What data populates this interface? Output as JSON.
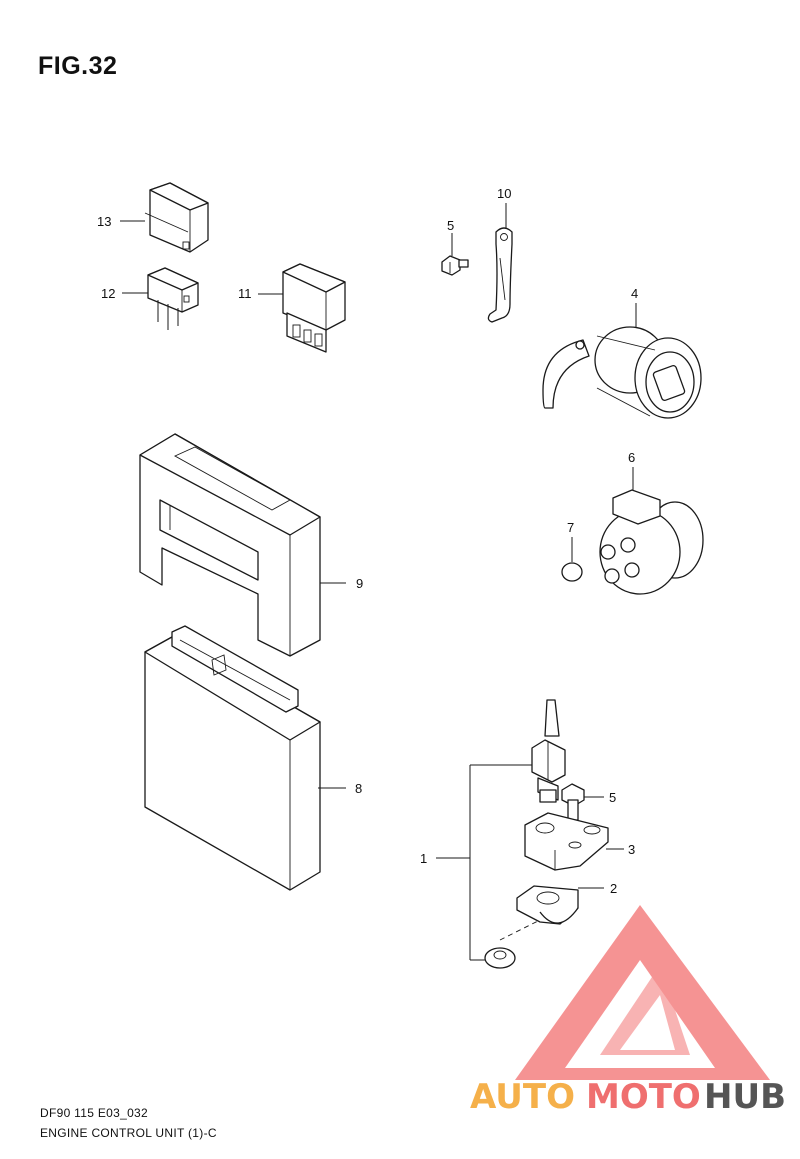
{
  "figure": {
    "title": "FIG.32"
  },
  "callouts": {
    "p1": "1",
    "p2": "2",
    "p3": "3",
    "p4": "4",
    "p5a": "5",
    "p5b": "5",
    "p6": "6",
    "p7": "7",
    "p8": "8",
    "p9": "9",
    "p10": "10",
    "p11": "11",
    "p12": "12",
    "p13": "13"
  },
  "footer": {
    "code": "DF90 115 E03_032",
    "caption": "ENGINE CONTROL UNIT (1)-C"
  },
  "watermark": {
    "part1": "AUTO",
    "part2": "MOTO",
    "part3": "HUB",
    "colors": {
      "auto": "#f5b04a",
      "moto": "#ef6f6f",
      "hub": "#555555",
      "logo": "#ee3c3c"
    }
  }
}
